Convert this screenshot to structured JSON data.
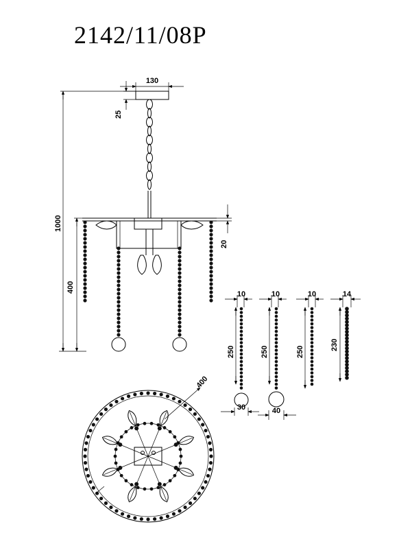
{
  "title": "2142/11/08P",
  "dims": {
    "canopy_width": "130",
    "canopy_height": "25",
    "total_height": "1000",
    "body_height": "400",
    "ring_height": "20",
    "top_diameter": "400",
    "strand1_width": "10",
    "strand1_length": "250",
    "strand1_ball": "30",
    "strand2_width": "10",
    "strand2_length": "250",
    "strand2_ball": "40",
    "strand3_width": "10",
    "strand3_length": "250",
    "strand4_width": "14",
    "strand4_length": "230"
  }
}
